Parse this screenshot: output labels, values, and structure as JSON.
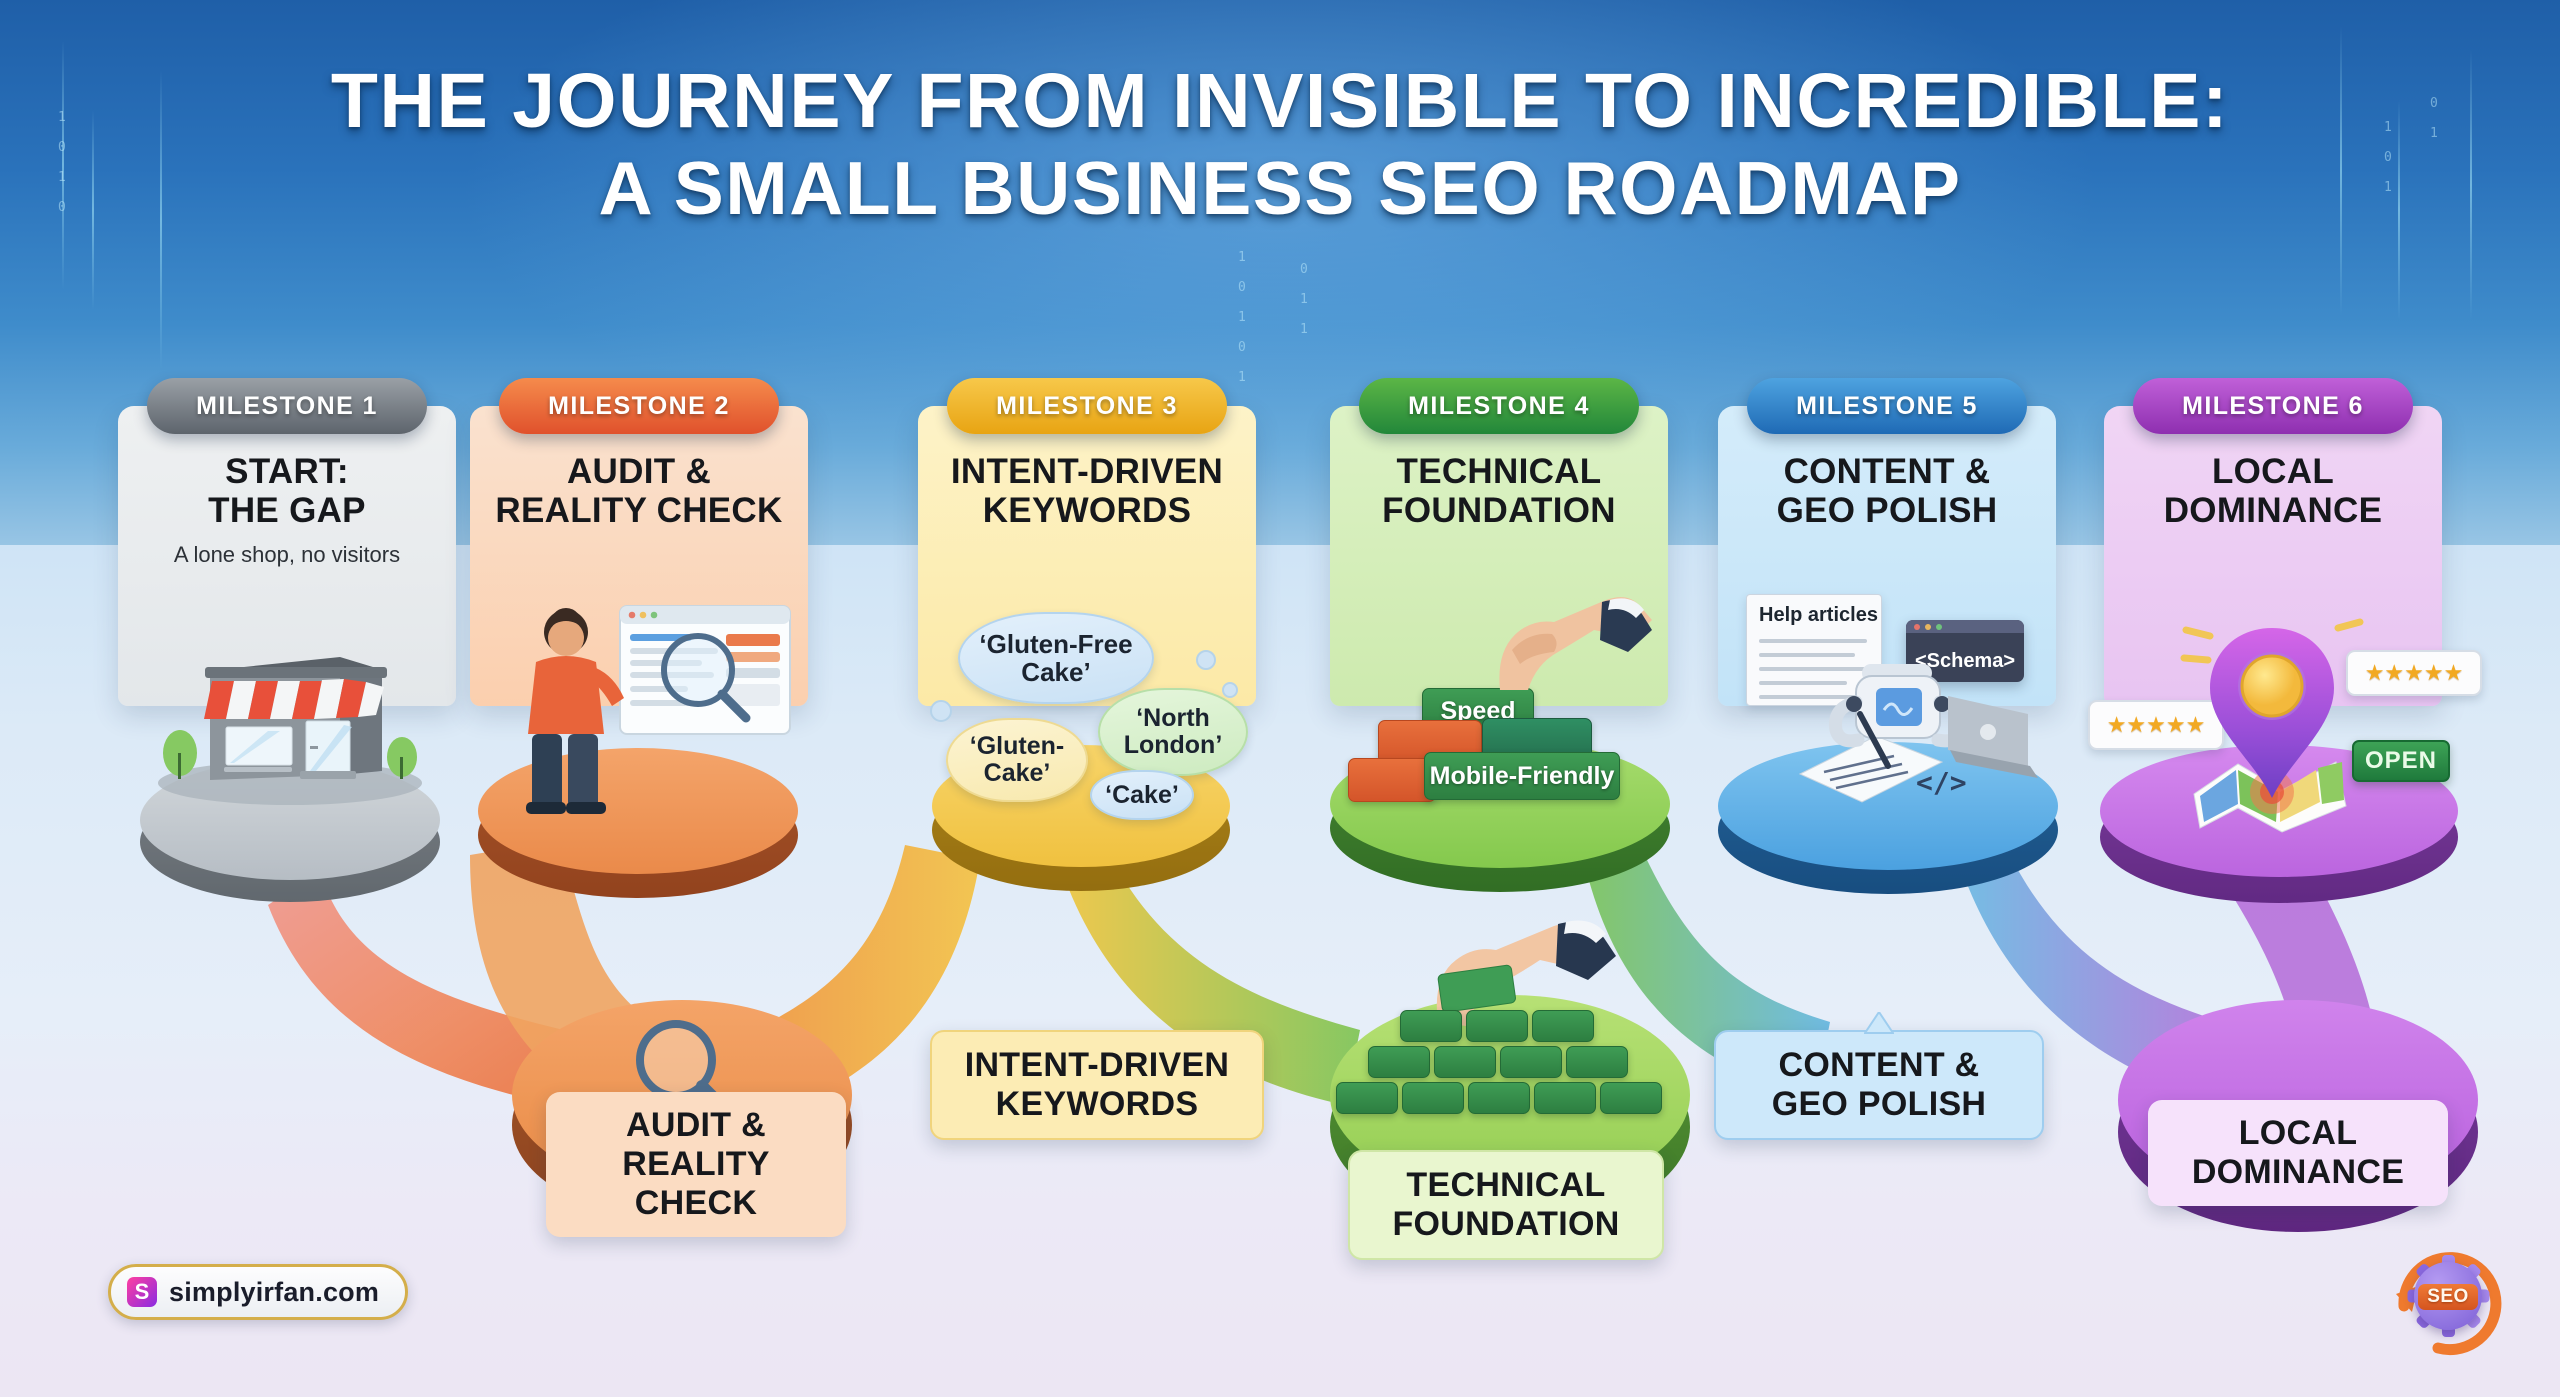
{
  "title": {
    "line1": "THE JOURNEY FROM INVISIBLE TO INCREDIBLE:",
    "line2": "A SMALL BUSINESS SEO ROADMAP"
  },
  "milestones": [
    {
      "badge": "MILESTONE 1",
      "title_l1": "START:",
      "title_l2": "THE GAP",
      "subtitle": "A lone shop, no visitors",
      "accent": "#5d646c",
      "illustration": "storefront-shop"
    },
    {
      "badge": "MILESTONE 2",
      "title_l1": "AUDIT &",
      "title_l2": "REALITY CHECK",
      "subtitle": "",
      "accent": "#e0512c",
      "illustration": "person-with-magnifier-and-browser"
    },
    {
      "badge": "MILESTONE 3",
      "title_l1": "INTENT-DRIVEN",
      "title_l2": "KEYWORDS",
      "subtitle": "",
      "accent": "#e8a413",
      "illustration": "keyword-speech-bubbles"
    },
    {
      "badge": "MILESTONE 4",
      "title_l1": "TECHNICAL",
      "title_l2": "FOUNDATION",
      "subtitle": "",
      "accent": "#22873a",
      "illustration": "hand-stacking-bricks"
    },
    {
      "badge": "MILESTONE 5",
      "title_l1": "CONTENT &",
      "title_l2": "GEO POLISH",
      "subtitle": "",
      "accent": "#1f6ab5",
      "illustration": "robot-writing-at-laptop"
    },
    {
      "badge": "MILESTONE 6",
      "title_l1": "LOCAL",
      "title_l2": "DOMINANCE",
      "subtitle": "",
      "accent": "#8e2fb0",
      "illustration": "map-pin-with-reviews"
    }
  ],
  "keyword_bubbles": [
    {
      "label": "‘Gluten-Free\nCake’",
      "color": "blue"
    },
    {
      "label": "‘North\nLondon’",
      "color": "green"
    },
    {
      "label": "‘Gluten-\nCake’",
      "color": "yellow"
    },
    {
      "label": "‘Cake’",
      "color": "blue"
    }
  ],
  "tech_blocks": {
    "speed": "Speed",
    "mobile_friendly": "Mobile-Friendly"
  },
  "content_items": {
    "help_articles": "Help articles",
    "schema": "<Schema>"
  },
  "local_items": {
    "open_sign": "OPEN",
    "stars_left": "★★★★★",
    "stars_right": "★★★★★"
  },
  "callouts": [
    {
      "l1": "AUDIT &",
      "l2": "REALITY CHECK",
      "key": "k2"
    },
    {
      "l1": "INTENT-DRIVEN",
      "l2": "KEYWORDS",
      "key": "k3"
    },
    {
      "l1": "TECHNICAL",
      "l2": "FOUNDATION",
      "key": "k4"
    },
    {
      "l1": "CONTENT &",
      "l2": "GEO POLISH",
      "key": "k5"
    },
    {
      "l1": "LOCAL",
      "l2": "DOMINANCE",
      "key": "k6"
    }
  ],
  "logo": {
    "text": "simplyirfan.com",
    "mark": "S"
  },
  "seo_badge": {
    "label": "SEO"
  }
}
